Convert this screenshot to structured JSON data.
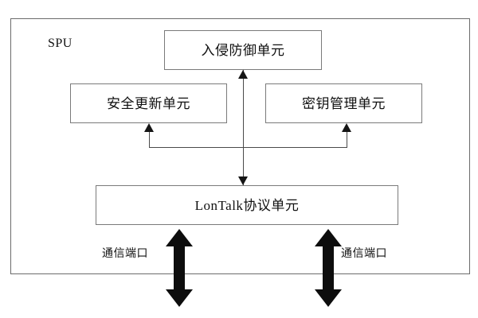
{
  "diagram": {
    "title": "SPU",
    "boxes": {
      "intrusion_prevention": "入侵防御单元",
      "security_update": "安全更新单元",
      "key_management": "密钥管理单元",
      "lontalk_protocol": "LonTalk协议单元"
    },
    "ports": {
      "left_label": "通信端口",
      "right_label": "通信端口"
    },
    "colors": {
      "frame_stroke": "#6b6b6b",
      "box_stroke": "#7a7a7a",
      "connector_stroke": "#4a4a4a",
      "arrow_fill": "#151515",
      "text": "#111111",
      "background": "#ffffff"
    }
  }
}
